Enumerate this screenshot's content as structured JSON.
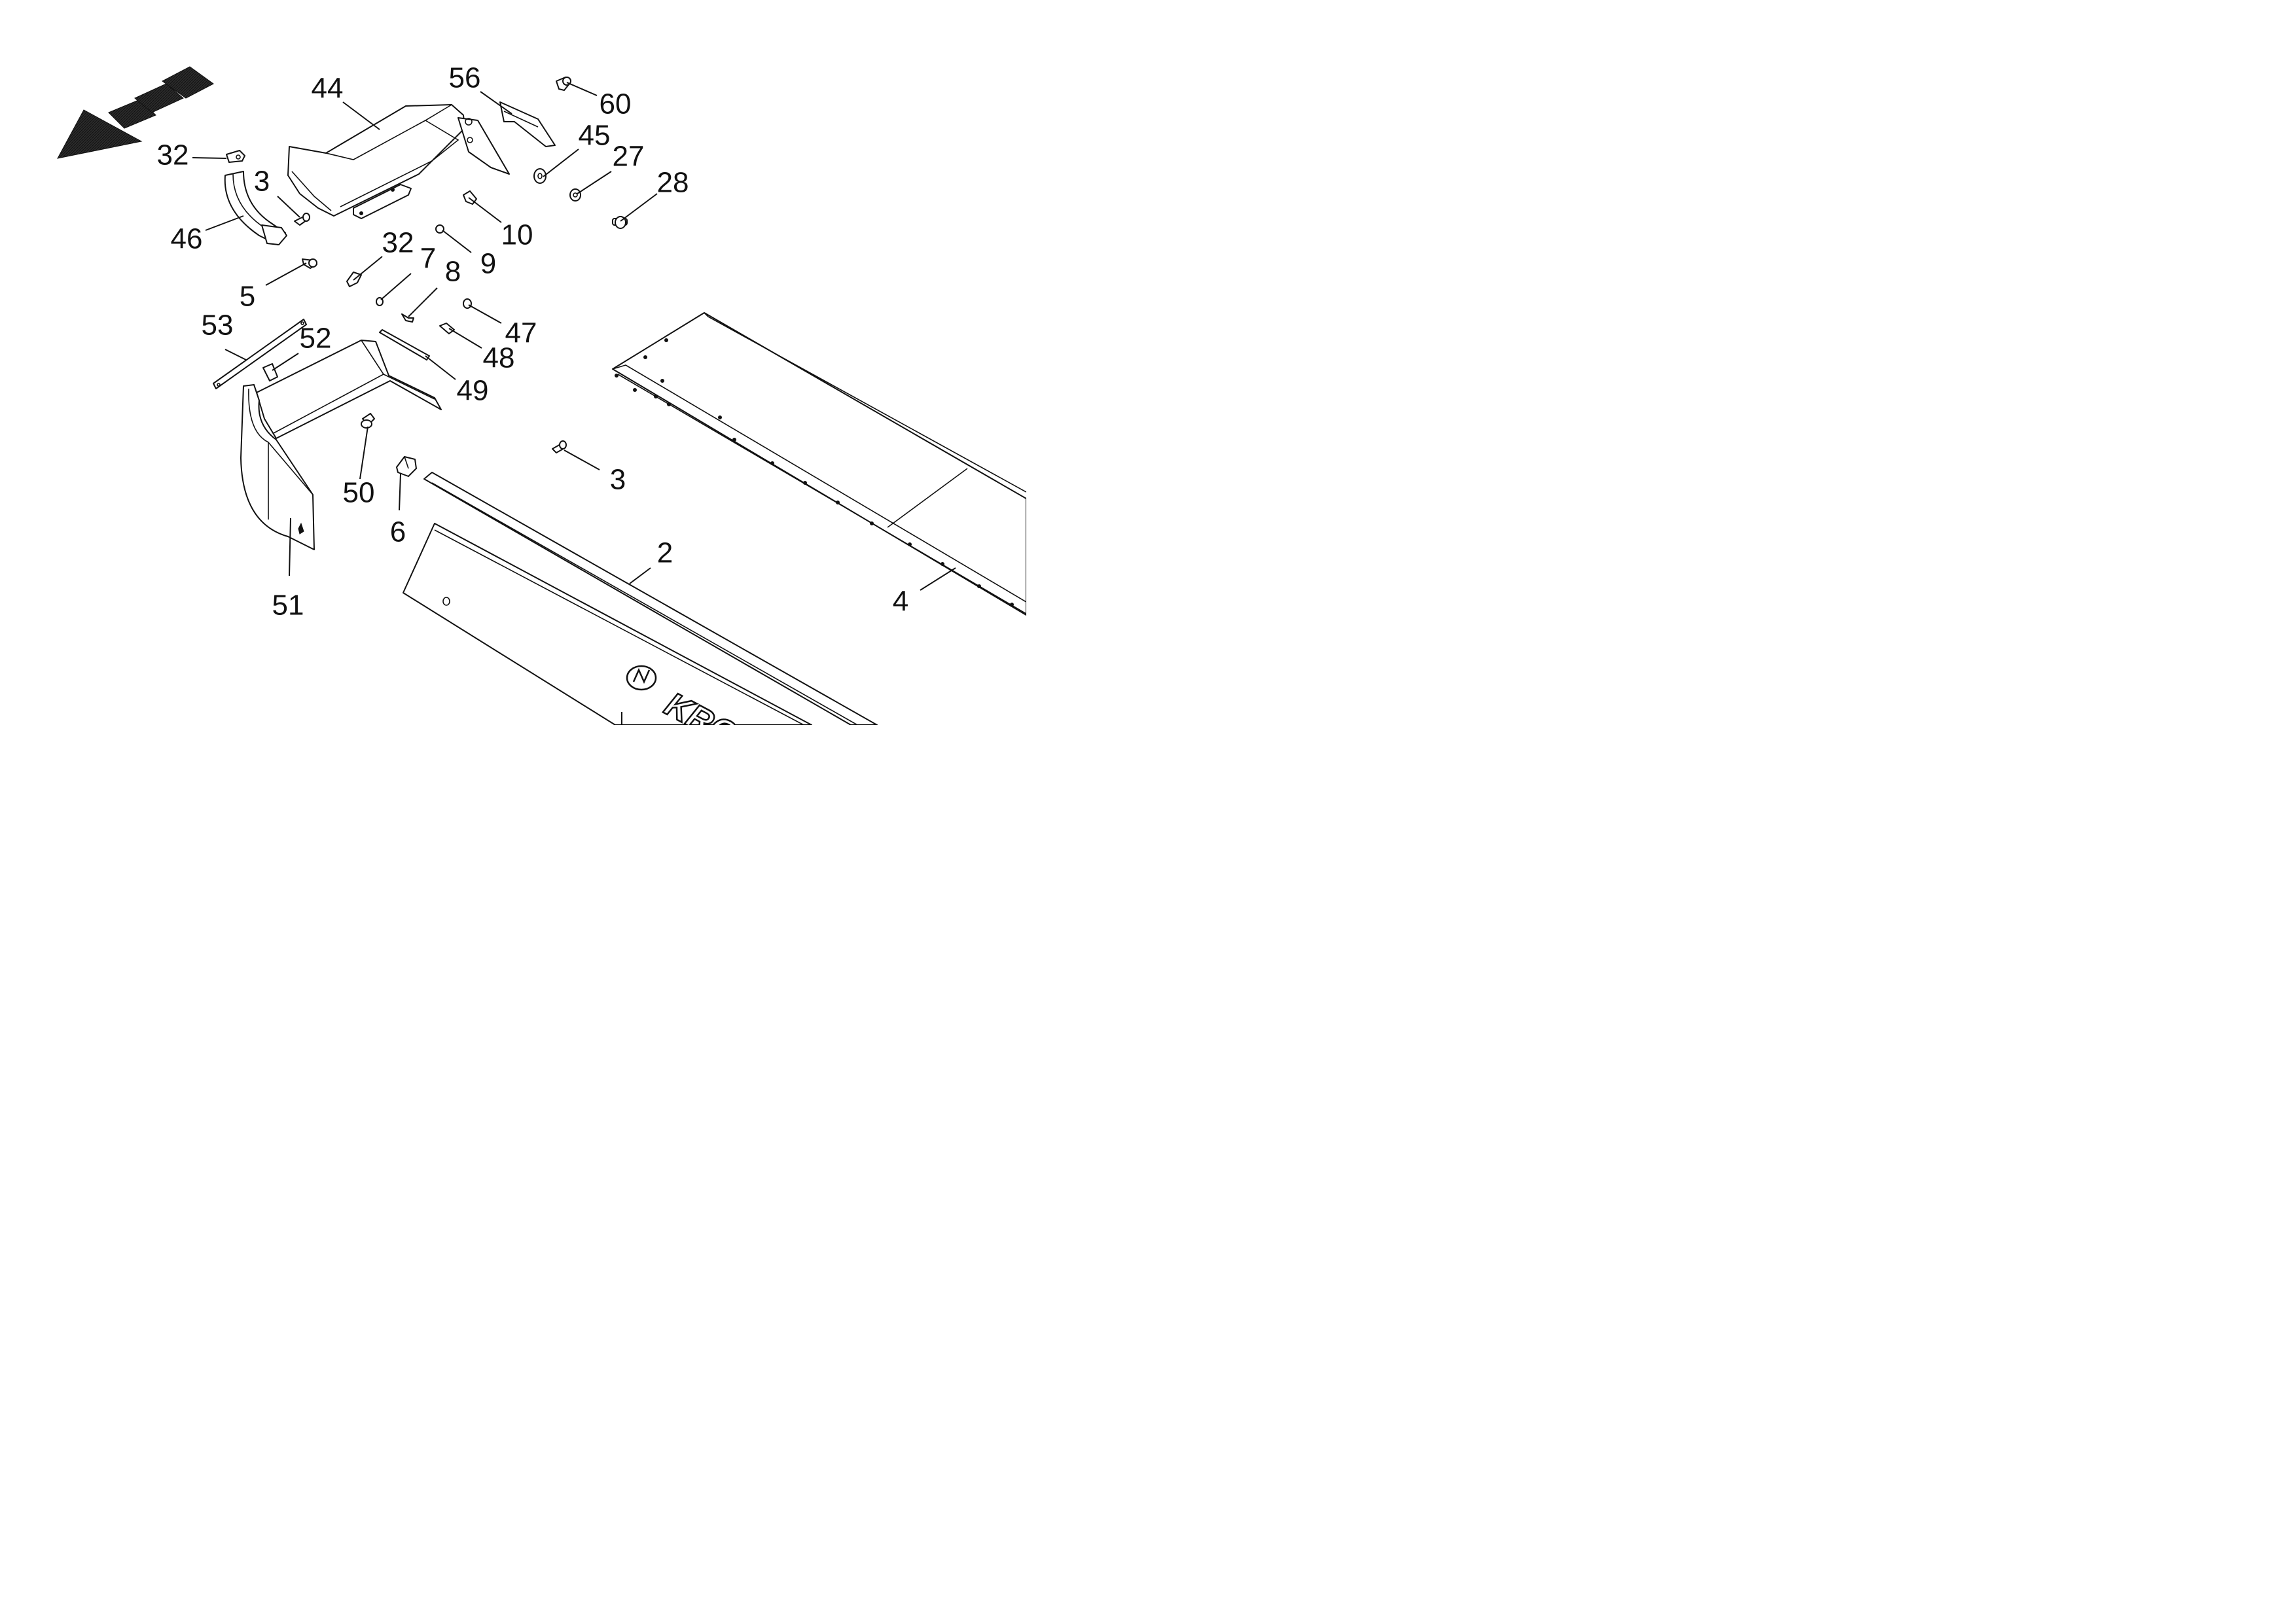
{
  "diagram": {
    "brand_text": "KRO",
    "callouts": [
      {
        "id": "c44",
        "label": "44"
      },
      {
        "id": "c56",
        "label": "56"
      },
      {
        "id": "c60",
        "label": "60"
      },
      {
        "id": "c45",
        "label": "45"
      },
      {
        "id": "c27",
        "label": "27"
      },
      {
        "id": "c28",
        "label": "28"
      },
      {
        "id": "c32a",
        "label": "32"
      },
      {
        "id": "c3a",
        "label": "3"
      },
      {
        "id": "c46",
        "label": "46"
      },
      {
        "id": "c10",
        "label": "10"
      },
      {
        "id": "c9",
        "label": "9"
      },
      {
        "id": "c32b",
        "label": "32"
      },
      {
        "id": "c7",
        "label": "7"
      },
      {
        "id": "c8",
        "label": "8"
      },
      {
        "id": "c5",
        "label": "5"
      },
      {
        "id": "c47",
        "label": "47"
      },
      {
        "id": "c48",
        "label": "48"
      },
      {
        "id": "c53",
        "label": "53"
      },
      {
        "id": "c52",
        "label": "52"
      },
      {
        "id": "c49",
        "label": "49"
      },
      {
        "id": "c50",
        "label": "50"
      },
      {
        "id": "c3b",
        "label": "3"
      },
      {
        "id": "c6",
        "label": "6"
      },
      {
        "id": "c2",
        "label": "2"
      },
      {
        "id": "c4",
        "label": "4"
      },
      {
        "id": "c51",
        "label": "51"
      }
    ]
  }
}
